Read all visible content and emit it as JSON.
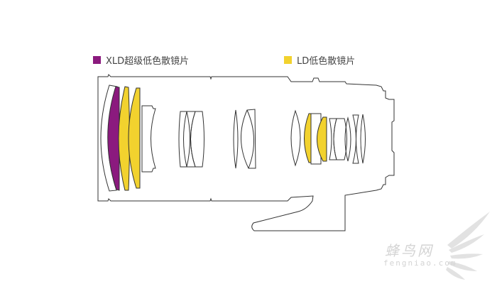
{
  "legend": [
    {
      "label": "XLD超级低色散镜片",
      "color": "#8B1A7E"
    },
    {
      "label": "LD低色散镜片",
      "color": "#F2D22E"
    }
  ],
  "watermark": {
    "cn": "蜂鸟网",
    "en": "fengniao.com"
  }
}
